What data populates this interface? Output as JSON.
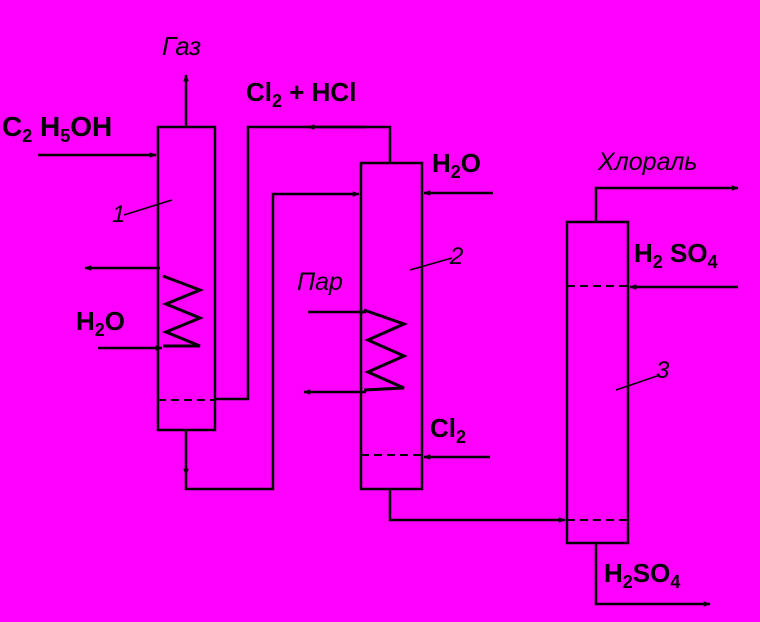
{
  "background_color": "#ff00ff",
  "line_color": "#000000",
  "labels": {
    "gas_out": "Газ",
    "ethanol_in": {
      "main": "C",
      "sub1": "2",
      "mid": " H",
      "sub2": "5",
      "tail": "OH"
    },
    "cl2_hcl": {
      "a": "Cl",
      "sub": "2",
      "b": " + HCl"
    },
    "water_col2": {
      "a": "H",
      "sub": "2",
      "b": "O"
    },
    "chloral_out": "Хлораль",
    "acid_in": {
      "a": "H",
      "sub1": "2",
      "b": " SO",
      "sub2": "4"
    },
    "water_col1": {
      "a": "H",
      "sub": "2",
      "b": "O"
    },
    "steam_in": "Пар",
    "chlorine_in": {
      "a": "Cl",
      "sub": "2"
    },
    "acid_out": {
      "a": "H",
      "sub1": "2",
      "b": "SO",
      "sub2": "4"
    }
  },
  "numbers": {
    "one": "1",
    "two": "2",
    "three": "3"
  }
}
